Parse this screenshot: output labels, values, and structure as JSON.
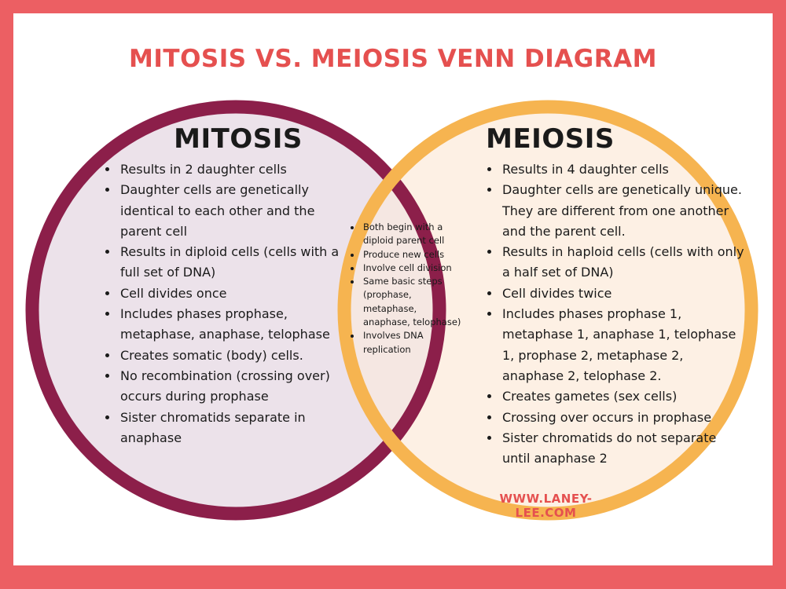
{
  "title": "MITOSIS VS. MEIOSIS VENN DIAGRAM",
  "colors": {
    "border": "#ec5f63",
    "title": "#e5504f",
    "mitosis_ring": "#8c1f4a",
    "mitosis_fill": "#ece2ea",
    "meiosis_ring": "#f6b450",
    "meiosis_fill": "#fdf0e4",
    "overlap_fill": "#f5e7e2"
  },
  "mitosis": {
    "heading": "MITOSIS",
    "items": [
      "Results in 2 daughter cells",
      "Daughter cells are genetically identical to each other and the parent cell",
      "Results in diploid cells (cells with a full set of DNA)",
      "Cell divides once",
      "Includes phases prophase, metaphase, anaphase, telophase",
      "Creates somatic (body) cells.",
      "No recombination (crossing over) occurs during prophase",
      "Sister chromatids separate in anaphase"
    ]
  },
  "both": {
    "items": [
      "Both begin with a diploid parent cell",
      "Produce new cells",
      "Involve cell division",
      "Same basic steps (prophase, metaphase, anaphase, telophase)",
      "Involves DNA replication"
    ]
  },
  "meiosis": {
    "heading": "MEIOSIS",
    "items": [
      "Results in 4 daughter cells",
      "Daughter cells are genetically unique. They are different from one another and the parent cell.",
      "Results in haploid cells (cells with only a half set of DNA)",
      "Cell divides twice",
      "Includes phases prophase 1, metaphase 1, anaphase 1, telophase 1, prophase 2, metaphase 2, anaphase 2, telophase 2.",
      "Creates gametes (sex cells)",
      "Crossing over occurs in prophase",
      "Sister chromatids do not separate until anaphase 2"
    ]
  },
  "website": "WWW.LANEY-LEE.COM"
}
